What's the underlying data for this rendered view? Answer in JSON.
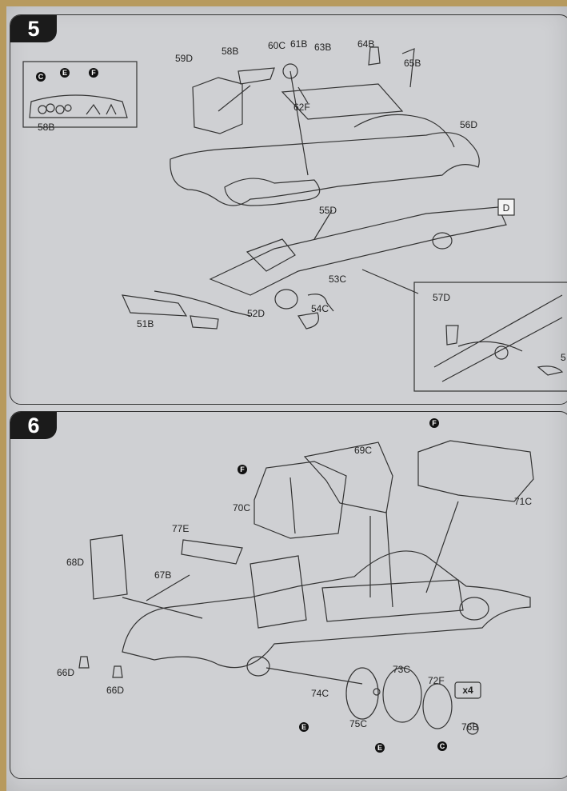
{
  "step5": {
    "number": "5",
    "parts": {
      "p51": "51B",
      "p52": "52D",
      "p53": "53C",
      "p54": "54C",
      "p55": "55D",
      "p56": "56D",
      "p57": "57D",
      "p58": "58B",
      "p58b": "58B",
      "p59": "59D",
      "p60": "60C",
      "p61": "61B",
      "p62": "62F",
      "p63": "63B",
      "p64": "64B",
      "p65": "65B"
    },
    "dash_badges": [
      "C",
      "E",
      "F"
    ],
    "subassembly": "D",
    "cut_label": "5"
  },
  "step6": {
    "number": "6",
    "parts": {
      "p66a": "66D",
      "p66b": "66D",
      "p67": "67B",
      "p68": "68D",
      "p69": "69C",
      "p70": "70C",
      "p71": "71C",
      "p72": "72F",
      "p73": "73C",
      "p74": "74C",
      "p75": "75C",
      "p76": "76B",
      "p77": "77E"
    },
    "badges": {
      "seat_front": "F",
      "seat_rear": "F",
      "wheel_a": "E",
      "wheel_b": "E",
      "ring": "C"
    },
    "quantity": "x4"
  }
}
